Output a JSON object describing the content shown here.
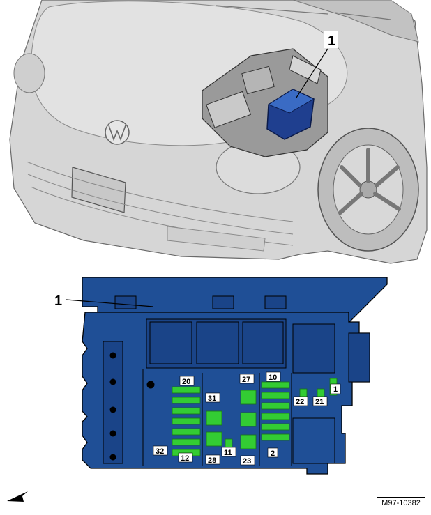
{
  "callouts": {
    "car_callout": "1",
    "fusebox_callout": "1"
  },
  "fuses": {
    "f20": "20",
    "f27": "27",
    "f10": "10",
    "f1": "1",
    "f31": "31",
    "f22": "22",
    "f21": "21",
    "f32": "32",
    "f12": "12",
    "f28": "28",
    "f11": "11",
    "f23": "23",
    "f2": "2"
  },
  "reference": "M97-10382",
  "icons": {
    "orientation": "north-arrow-icon"
  },
  "colors": {
    "fusebox": "#1f4f96",
    "fuse": "#33cc33",
    "car": "#d4d4d4",
    "outline": "#000000"
  }
}
